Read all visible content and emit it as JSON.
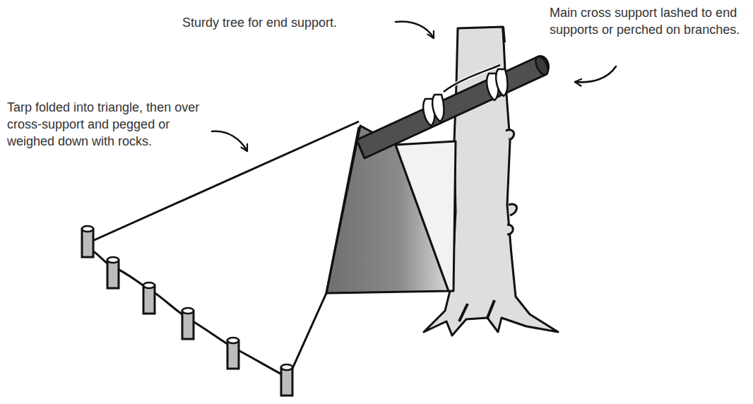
{
  "diagram": {
    "labels": [
      "Sturdy tree for end support.",
      "Main cross support lashed to end supports or perched on branches.",
      "Tarp folded into triangle, then over cross-support and pegged or weighed down with rocks."
    ]
  }
}
